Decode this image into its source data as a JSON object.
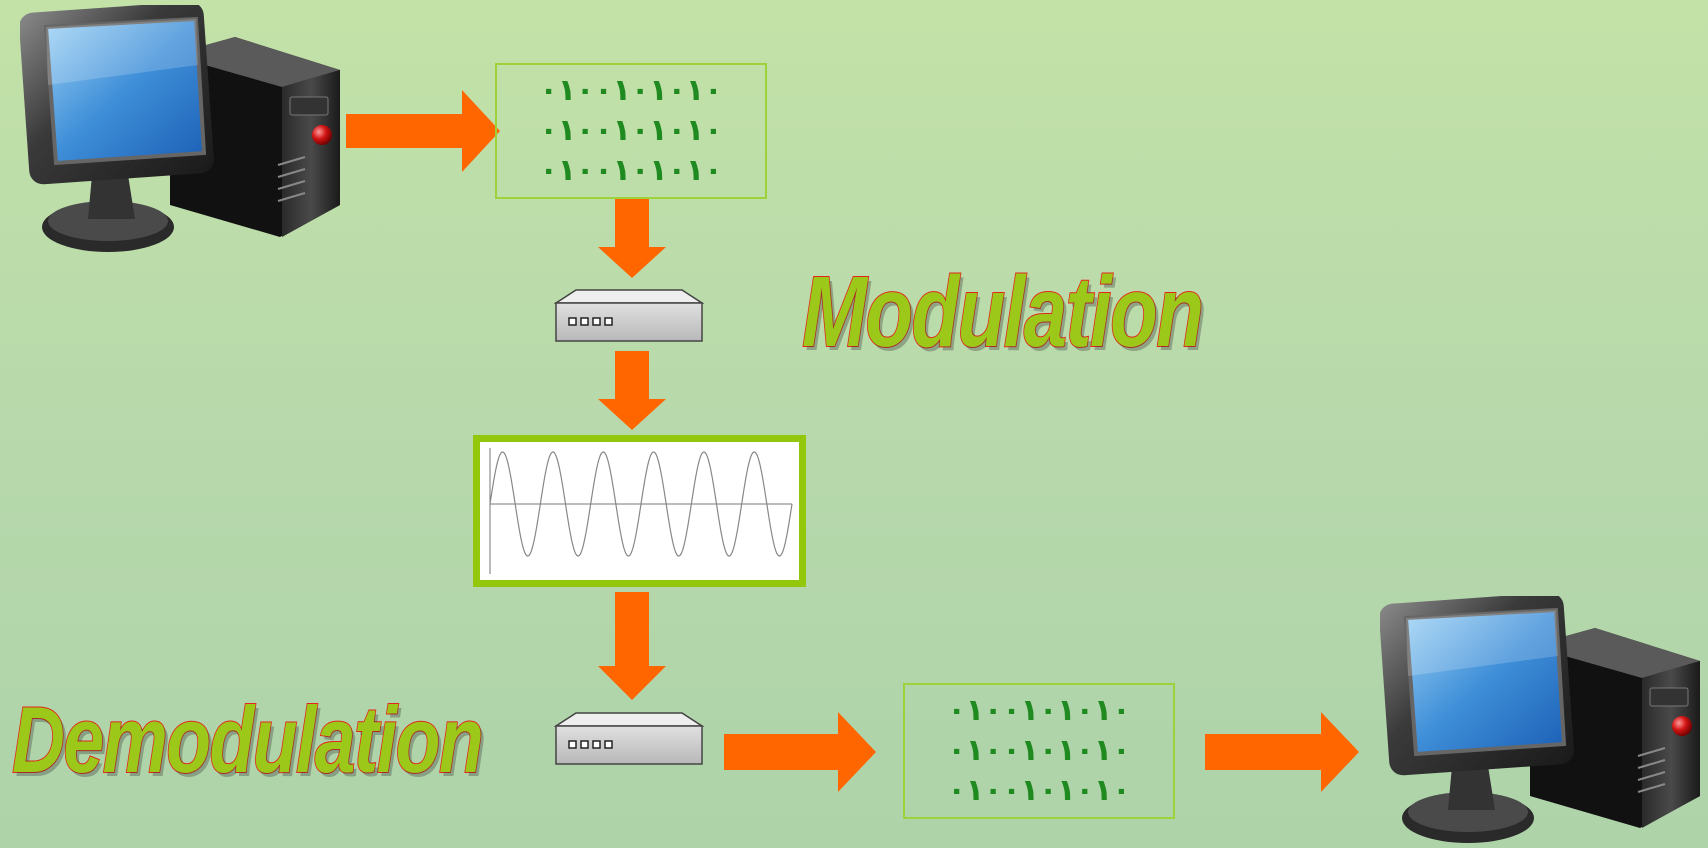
{
  "labels": {
    "modulation": "Modulation",
    "demodulation": "Demodulation"
  },
  "bit_blocks": {
    "top": [
      "٠١٠٠١٠١٠١٠",
      "٠١٠٠١٠١٠١٠",
      "٠١٠٠١٠١٠١٠"
    ],
    "bottom": [
      "٠١٠٠١٠١٠١٠",
      "٠١٠٠١٠١٠١٠",
      "٠١٠٠١٠١٠١٠"
    ]
  },
  "colors": {
    "arrow": "#ff6600",
    "title_fill": "#9cc81a",
    "title_outline": "#e3261c",
    "bit_text": "#1f8a1f",
    "box_border": "#9ed23a",
    "wave_frame": "#93c70c"
  },
  "icons": {
    "source": "desktop-computer-icon",
    "modem": "modem-icon",
    "signal": "sine-wave-icon",
    "destination": "desktop-computer-icon"
  }
}
